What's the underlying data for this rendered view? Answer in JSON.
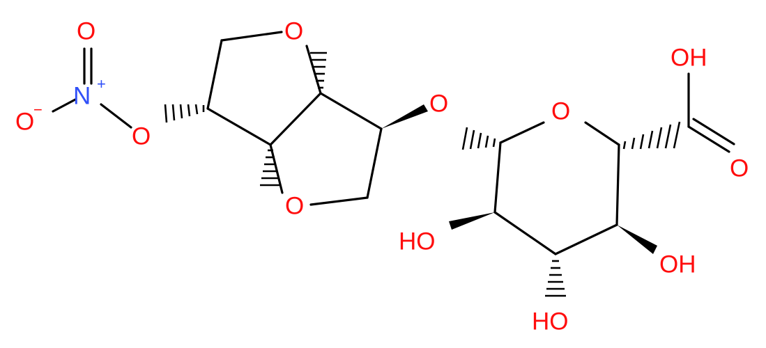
{
  "molecule": {
    "colors": {
      "oxygen": "#ff0d0d",
      "nitrogen": "#3050f8",
      "bond": "#000000"
    },
    "labels": {
      "nitro_o_top": "O",
      "nitro_n": "N",
      "nitro_n_charge": "+",
      "nitro_o_minus": "O",
      "nitro_o_minus_charge": "−",
      "nitrate_ester_o": "O",
      "ring_o_top": "O",
      "ring_o_bottom": "O",
      "glycosidic_o": "O",
      "pyranose_ring_o": "O",
      "carboxyl_oh": "OH",
      "carbonyl_o": "O",
      "hydroxyl_2": "HO",
      "hydroxyl_3": "OH",
      "hydroxyl_4": "HO"
    }
  }
}
